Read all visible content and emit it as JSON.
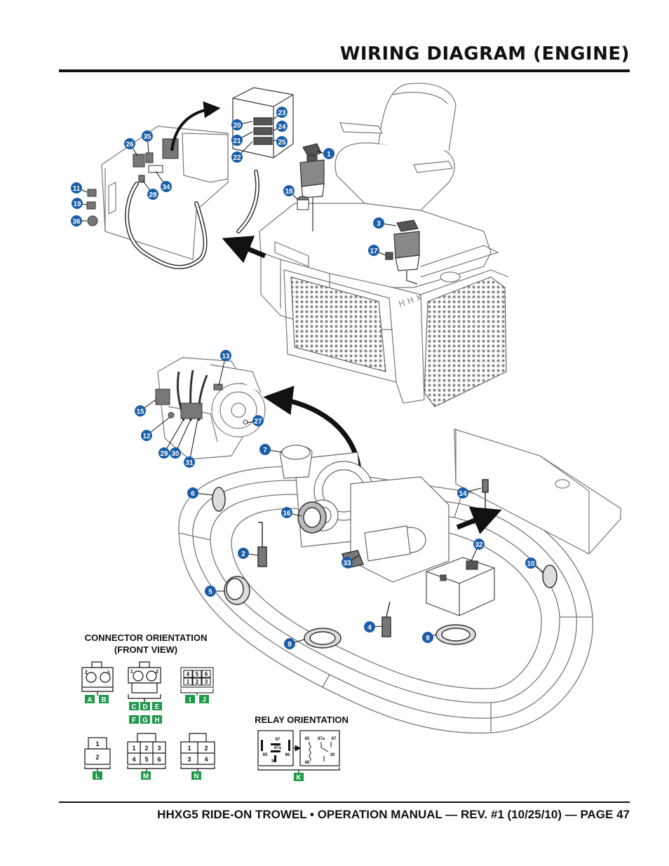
{
  "page": {
    "title": "WIRING DIAGRAM (ENGINE)",
    "footer": "HHXG5 RIDE-ON TROWEL • OPERATION MANUAL — REV. #1 (10/25/10) — PAGE 47"
  },
  "brand_mark": "HHX",
  "callouts": [
    {
      "id": "c1",
      "text": "1"
    },
    {
      "id": "c2",
      "text": "2"
    },
    {
      "id": "c3",
      "text": "3"
    },
    {
      "id": "c4",
      "text": "4"
    },
    {
      "id": "c5",
      "text": "5"
    },
    {
      "id": "c6",
      "text": "6"
    },
    {
      "id": "c7",
      "text": "7"
    },
    {
      "id": "c8",
      "text": "8"
    },
    {
      "id": "c9",
      "text": "9"
    },
    {
      "id": "c10",
      "text": "10"
    },
    {
      "id": "c11",
      "text": "11"
    },
    {
      "id": "c12",
      "text": "12"
    },
    {
      "id": "c13",
      "text": "13"
    },
    {
      "id": "c14",
      "text": "14"
    },
    {
      "id": "c15",
      "text": "15"
    },
    {
      "id": "c16",
      "text": "16"
    },
    {
      "id": "c17",
      "text": "17"
    },
    {
      "id": "c18",
      "text": "18"
    },
    {
      "id": "c19",
      "text": "19"
    },
    {
      "id": "c20",
      "text": "20"
    },
    {
      "id": "c21",
      "text": "21"
    },
    {
      "id": "c22",
      "text": "22"
    },
    {
      "id": "c23",
      "text": "23"
    },
    {
      "id": "c24",
      "text": "24"
    },
    {
      "id": "c25",
      "text": "25"
    },
    {
      "id": "c26",
      "text": "26"
    },
    {
      "id": "c27",
      "text": "27"
    },
    {
      "id": "c28",
      "text": "28"
    },
    {
      "id": "c29",
      "text": "29"
    },
    {
      "id": "c30",
      "text": "30"
    },
    {
      "id": "c31",
      "text": "31"
    },
    {
      "id": "c32",
      "text": "32"
    },
    {
      "id": "c33",
      "text": "33"
    },
    {
      "id": "c34",
      "text": "34"
    },
    {
      "id": "c35",
      "text": "35"
    },
    {
      "id": "c36",
      "text": "36"
    }
  ],
  "connector_section": {
    "title_line1": "CONNECTOR ORIENTATION",
    "title_line2": "(FRONT VIEW)",
    "tags": {
      "A": "A",
      "B": "B",
      "C": "C",
      "D": "D",
      "E": "E",
      "F": "F",
      "G": "G",
      "H": "H",
      "I": "I",
      "J": "J",
      "L": "L",
      "M": "M",
      "N": "N"
    },
    "pins": {
      "p1": "1",
      "p2": "2",
      "p3": "3",
      "p4": "4",
      "p5": "5",
      "p6": "6"
    }
  },
  "relay_section": {
    "title": "RELAY ORIENTATION",
    "tag": "K",
    "terminals": {
      "t85": "85",
      "t86": "86",
      "t87": "87",
      "t87a": "87a",
      "t30": "30"
    }
  },
  "colors": {
    "callout_fill": "#1a5ea8",
    "tag_fill": "#1f9a4a",
    "line": "#222222",
    "light_line": "#777777"
  }
}
